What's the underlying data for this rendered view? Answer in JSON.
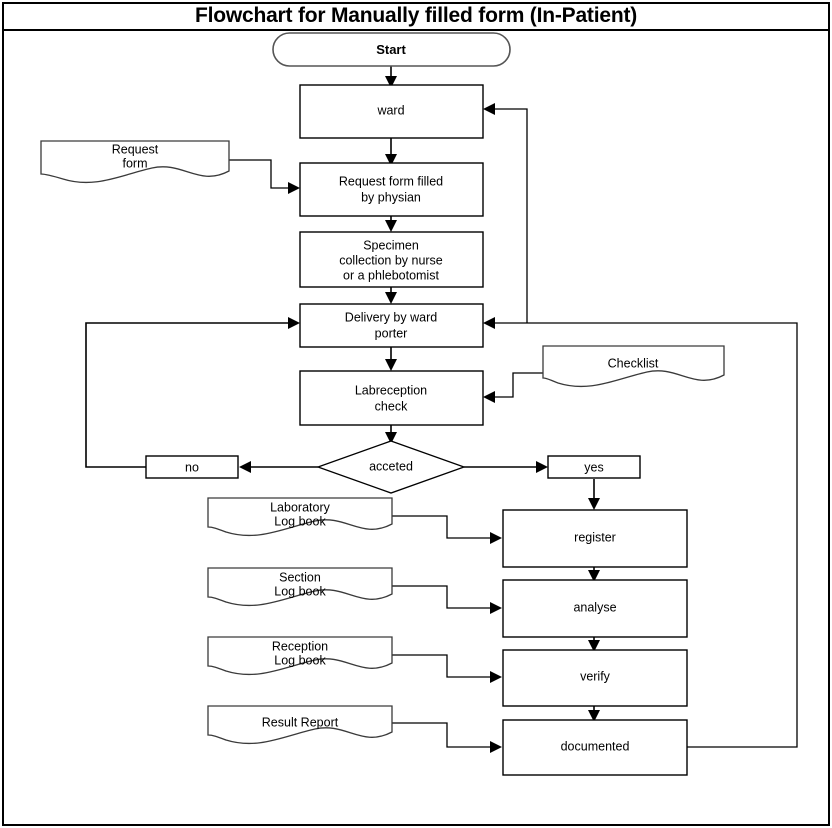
{
  "document": {
    "title": "Flowchart for  Manually filled form (In-Patient)",
    "domain_type": "flowchart-diagram"
  },
  "colors": {
    "background": "#ffffff",
    "border": "#000000",
    "text": "#000000",
    "document_shape_stroke": "#3a3a3a",
    "terminator_stroke": "#555555"
  },
  "nodes": {
    "start": {
      "label": "Start",
      "shape": "terminator"
    },
    "ward": {
      "label": "ward",
      "shape": "process"
    },
    "request_form_doc": {
      "label_line1": "Request",
      "label_line2": "form",
      "shape": "document"
    },
    "request_form_filled": {
      "label_line1": "Request form filled",
      "label_line2": "by physian",
      "shape": "process"
    },
    "specimen_collection": {
      "label_line1": "Specimen",
      "label_line2": "collection by nurse",
      "label_line3": "or a phlebotomist",
      "shape": "process"
    },
    "delivery": {
      "label_line1": "Delivery by ward",
      "label_line2": "porter",
      "shape": "process"
    },
    "labreception": {
      "label_line1": "Labreception",
      "label_line2": "check",
      "shape": "process"
    },
    "checklist_doc": {
      "label": "Checklist",
      "shape": "document"
    },
    "decision": {
      "label": "acceted",
      "shape": "decision"
    },
    "no_box": {
      "label": "no",
      "shape": "process"
    },
    "yes_box": {
      "label": "yes",
      "shape": "process"
    },
    "laboratory_log_doc": {
      "label_line1": "Laboratory",
      "label_line2": "Log book",
      "shape": "document"
    },
    "section_log_doc": {
      "label_line1": "Section",
      "label_line2": "Log book",
      "shape": "document"
    },
    "reception_log_doc": {
      "label_line1": "Reception",
      "label_line2": "Log book",
      "shape": "document"
    },
    "result_report_doc": {
      "label": "Result Report",
      "shape": "document"
    },
    "register": {
      "label": "register",
      "shape": "process"
    },
    "analyse": {
      "label": "analyse",
      "shape": "process"
    },
    "verify": {
      "label": "verify",
      "shape": "process"
    },
    "documented": {
      "label": "documented",
      "shape": "process"
    }
  },
  "edges": [
    {
      "from": "start",
      "to": "ward"
    },
    {
      "from": "ward",
      "to": "request_form_filled"
    },
    {
      "from": "request_form_doc",
      "to": "request_form_filled"
    },
    {
      "from": "request_form_filled",
      "to": "specimen_collection"
    },
    {
      "from": "specimen_collection",
      "to": "delivery"
    },
    {
      "from": "delivery",
      "to": "labreception"
    },
    {
      "from": "checklist_doc",
      "to": "labreception"
    },
    {
      "from": "labreception",
      "to": "decision"
    },
    {
      "from": "decision",
      "to": "no_box",
      "branch": "no"
    },
    {
      "from": "decision",
      "to": "yes_box",
      "branch": "yes"
    },
    {
      "from": "no_box",
      "to": "delivery",
      "routing": "loop-left"
    },
    {
      "from": "yes_box",
      "to": "register"
    },
    {
      "from": "laboratory_log_doc",
      "to": "register"
    },
    {
      "from": "register",
      "to": "analyse"
    },
    {
      "from": "section_log_doc",
      "to": "analyse"
    },
    {
      "from": "analyse",
      "to": "verify"
    },
    {
      "from": "reception_log_doc",
      "to": "verify"
    },
    {
      "from": "verify",
      "to": "documented"
    },
    {
      "from": "result_report_doc",
      "to": "documented"
    },
    {
      "from": "documented",
      "to": "delivery",
      "routing": "loop-right"
    },
    {
      "from": "delivery",
      "to": "ward",
      "routing": "loop-up"
    }
  ]
}
